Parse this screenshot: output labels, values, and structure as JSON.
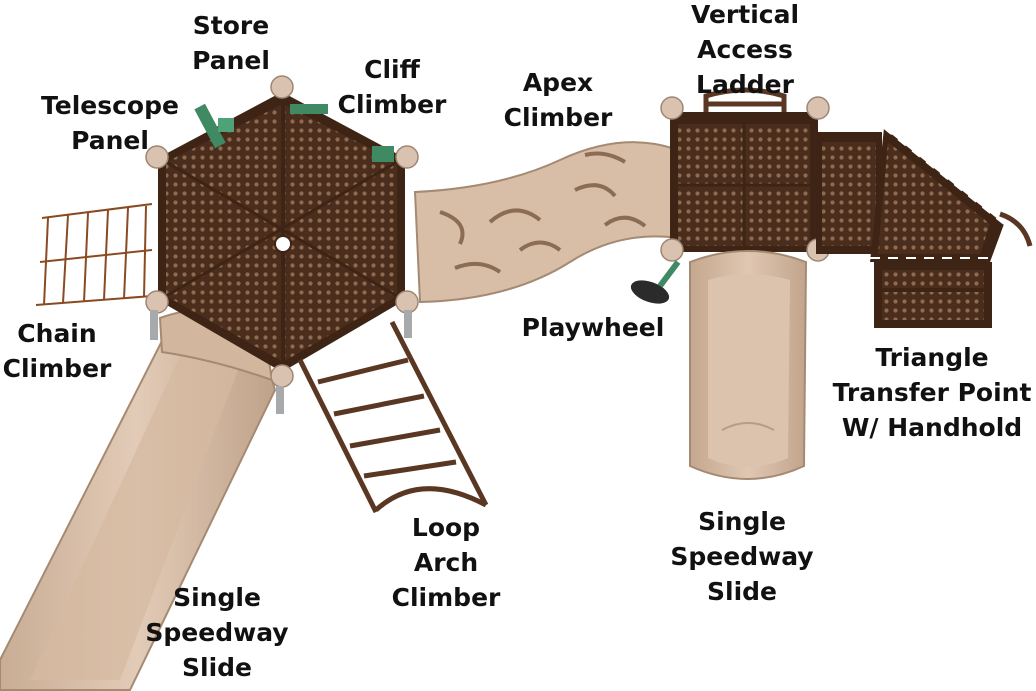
{
  "colors": {
    "frame": "#5a3722",
    "frame_dark": "#3e2414",
    "deck": "#5b3a26",
    "plastic": "#d8bea6",
    "plastic_shade": "#b89c84",
    "cap": "#d9c3b0",
    "accent": "#3f8a63",
    "chain": "#8a4a22",
    "post": "#a7a9ab"
  },
  "labels": {
    "store_panel": [
      "Store",
      "Panel"
    ],
    "telescope_panel": [
      "Telescope",
      "Panel"
    ],
    "cliff_climber": [
      "Cliff",
      "Climber"
    ],
    "apex_climber": [
      "Apex",
      "Climber"
    ],
    "vertical_access_ladder": [
      "Vertical",
      "Access",
      "Ladder"
    ],
    "chain_climber": [
      "Chain",
      "Climber"
    ],
    "playwheel": [
      "Playwheel"
    ],
    "triangle_transfer_point": [
      "Triangle",
      "Transfer Point",
      "W/ Handhold"
    ],
    "loop_arch_climber": [
      "Loop",
      "Arch",
      "Climber"
    ],
    "single_speedway_slide_right": [
      "Single",
      "Speedway",
      "Slide"
    ],
    "single_speedway_slide_left": [
      "Single",
      "Speedway",
      "Slide"
    ]
  }
}
